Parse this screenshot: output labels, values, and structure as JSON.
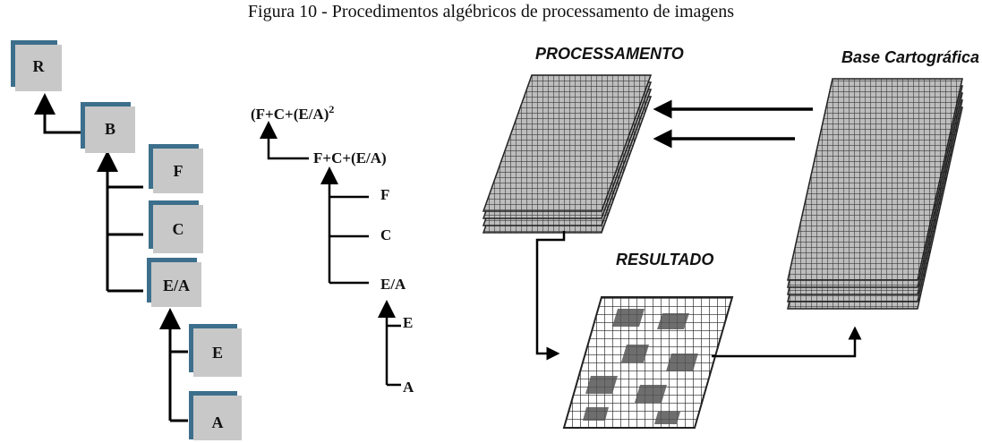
{
  "caption": "Figura 10 - Procedimentos algébricos de processamento de imagens",
  "tree_boxes": {
    "r": "R",
    "b": "B",
    "f": "F",
    "c": "C",
    "ea": "E/A",
    "e": "E",
    "a": "A"
  },
  "expression_tree": {
    "root": "(F+C+(E/A)",
    "root_superscript": "2",
    "sum": "F+C+(E/A)",
    "f": "F",
    "c": "C",
    "ea": "E/A",
    "e": "E",
    "a": "A"
  },
  "grid_panel": {
    "processing_label": "PROCESSAMENTO",
    "base_label": "Base Cartográfica",
    "result_label": "RESULTADO"
  },
  "colors": {
    "box_fill": "#c8c8c8",
    "box_shadow": "#3d6f8c",
    "line": "#000000"
  }
}
